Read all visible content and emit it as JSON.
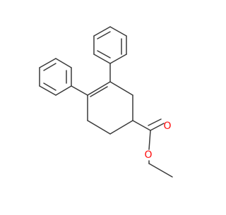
{
  "diagram": {
    "type": "skeletal-structure",
    "colors": {
      "background": "#ffffff",
      "bond": "#3a3a3a",
      "oxygen": "#ff0d0d"
    },
    "atom_labels": {
      "carbonyl_oxygen": "O",
      "ester_oxygen": "O"
    }
  }
}
